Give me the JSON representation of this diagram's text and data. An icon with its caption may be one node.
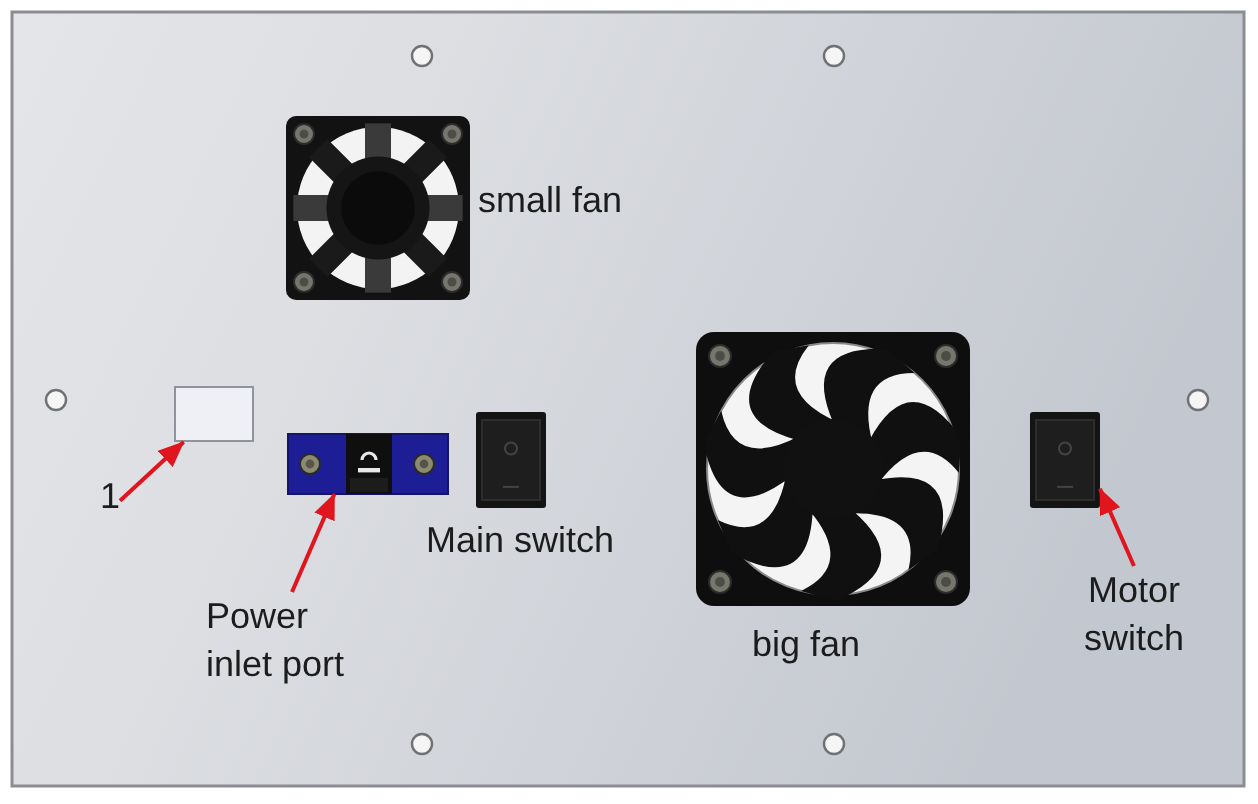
{
  "diagram": {
    "nodes": [
      {
        "text": [],
        "shape": "box"
      },
      {
        "text": [
          "1"
        ]
      },
      {
        "text": [],
        "shape": "picture"
      },
      {
        "text": [
          "Power inlet port"
        ]
      },
      {
        "text": [],
        "shape": "picture",
        "beside": [
          "Main switch"
        ]
      },
      {
        "text": [],
        "shape": "picture"
      },
      {
        "text": [
          "Motor switch"
        ]
      }
    ],
    "edges": [
      {
        "from": 1,
        "to": 0,
        "arrow": "to"
      },
      {
        "from": 3,
        "to": 2,
        "arrow": "to"
      },
      {
        "from": 6,
        "to": 5,
        "arrow": "to"
      }
    ],
    "labels": [
      "small fan",
      "big fan"
    ]
  }
}
